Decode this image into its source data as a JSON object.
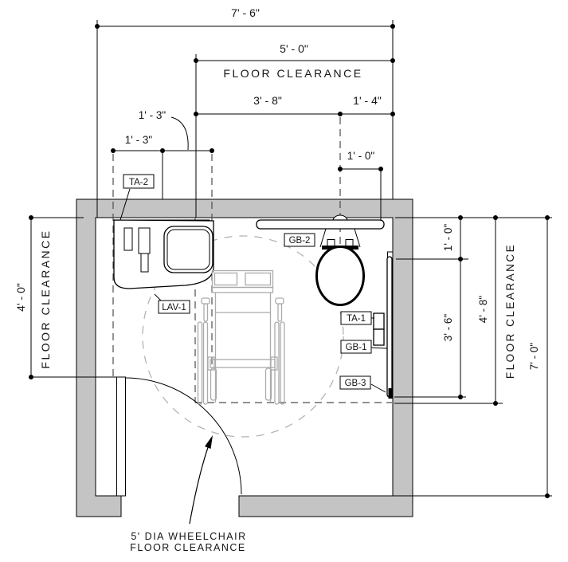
{
  "drawing_type": "accessible-restroom-floor-plan",
  "dims": {
    "top_width": "7' - 6\"",
    "clearance_width": "5' - 0\"",
    "clearance_width_caption": "FLOOR CLEARANCE",
    "lav_to_clearance": "3' - 8\"",
    "toilet_to_wall": "1' - 4\"",
    "lav_seg_left": "1' - 3\"",
    "lav_seg_right": "1' - 3\"",
    "toilet_cl_offset": "1' - 0\"",
    "left_clearance_depth": "4' - 0\"",
    "left_caption": "FLOOR CLEARANCE",
    "bar_top_offset": "1' - 0\"",
    "bar_length": "3' - 6\"",
    "right_clearance_depth": "4' - 8\"",
    "right_caption": "FLOOR CLEARANCE",
    "room_depth": "7' - 0\""
  },
  "tags": {
    "ta2": "TA-2",
    "lav1": "LAV-1",
    "gb2": "GB-2",
    "ta1": "TA-1",
    "gb1": "GB-1",
    "gb3": "GB-3"
  },
  "note": {
    "line1": "5' DIA WHEELCHAIR",
    "line2": "FLOOR CLEARANCE"
  },
  "colors": {
    "wall_fill": "#c4c4c4",
    "line": "#000000",
    "wheelchair": "#ababab",
    "hidden_dash": "#4d4d4d",
    "circle_dash": "#b3b3b3",
    "background": "#ffffff"
  }
}
